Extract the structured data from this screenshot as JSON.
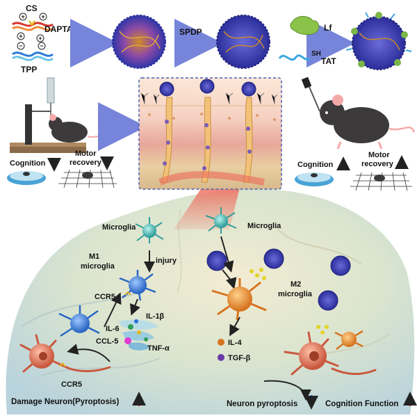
{
  "synthesis": {
    "cs": "CS",
    "dapta": "DAPTA",
    "tpp": "TPP",
    "spdp": "SPDP",
    "lf": "Lf",
    "sh": "SH",
    "tat": "TAT"
  },
  "mouse_outcomes": {
    "left_cognition": "Cognition",
    "left_motor": "Motor\nrecovery",
    "left_motor_line1": "Motor",
    "left_motor_line2": "recovery",
    "right_cognition": "Cognition",
    "right_motor_line1": "Motor",
    "right_motor_line2": "recovery"
  },
  "brain": {
    "microglia_left": "Microglia",
    "microglia_right": "Microglia",
    "injury": "injury",
    "m1_line1": "M1",
    "m1_line2": "microglia",
    "ccr5_top": "CCR5",
    "il1b": "IL-1β",
    "il6": "IL-6",
    "ccl5": "CCL-5",
    "tnfa": "TNF-α",
    "ccr5_bottom": "CCR5",
    "m2_line1": "M2",
    "m2_line2": "microglia",
    "il4": "IL-4",
    "tgfb": "TGF-β",
    "damage": "Damage Neuron(Pyroptosis)",
    "pyroptosis": "Neuron pyroptosis",
    "cognition_function": "Cognition Function"
  },
  "colors": {
    "up_arrow": "#e0362c",
    "down_arrow": "#2b6fd6",
    "nanoparticle_shell": "#3b3bb0",
    "microglia_m1": "#3a7bd5",
    "microglia_m2": "#e8892f",
    "neuron": "#e07a5f"
  },
  "icons": [
    "down-arrow-icon",
    "up-arrow-icon",
    "nanoparticle-icon",
    "mouse-icon",
    "microglia-icon",
    "neuron-icon"
  ]
}
